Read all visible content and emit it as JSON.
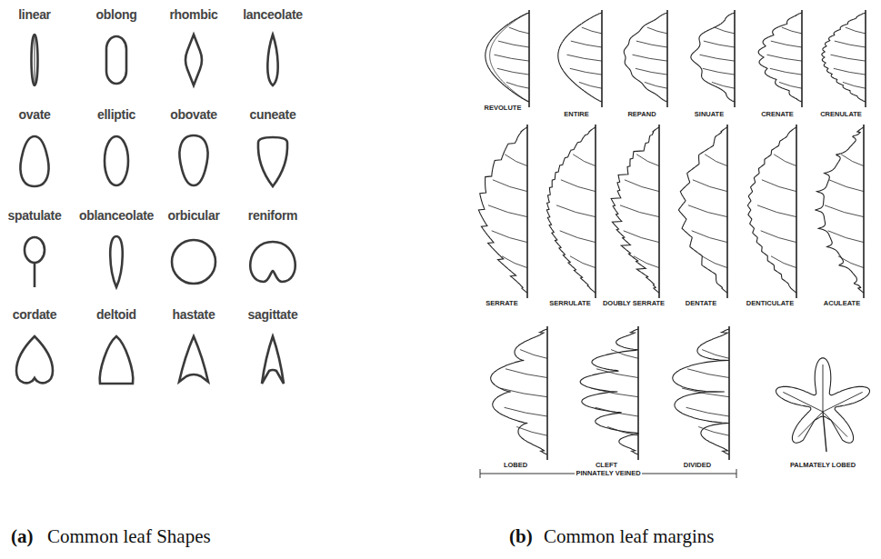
{
  "diagram": {
    "labels": [
      "linear",
      "oblong",
      "rhombic",
      "lanceolate",
      "ovate",
      "elliptic",
      "obovate",
      "cuneate",
      "spatulate",
      "oblanceolate",
      "orbicular",
      "reniform",
      "cordate",
      "deltoid",
      "hastate",
      "sagittate",
      "REVOLUTE",
      "ENTIRE",
      "REPAND",
      "SINUATE",
      "CRENATE",
      "CRENULATE",
      "SERRATE",
      "SERRULATE",
      "DOUBLY SERRATE",
      "DENTATE",
      "DENTICULATE",
      "ACULEATE",
      "LOBED",
      "CLEFT",
      "DIVIDED",
      "PINNATELY VEINED",
      "PALMATELY LOBED",
      "(a)",
      "Common leaf Shapes",
      "(b)",
      "Common leaf margins"
    ]
  }
}
